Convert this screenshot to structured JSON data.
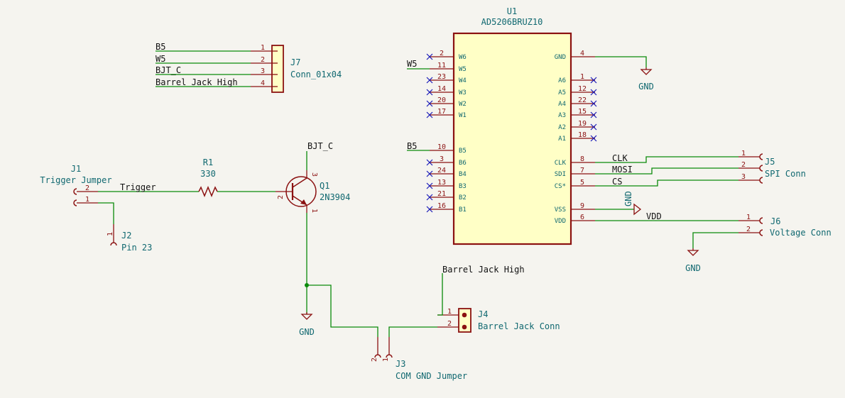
{
  "u1": {
    "ref": "U1",
    "value": "AD5206BRUZ10",
    "left_pins": [
      {
        "num": "2",
        "name": "W6"
      },
      {
        "num": "11",
        "name": "W5"
      },
      {
        "num": "23",
        "name": "W4"
      },
      {
        "num": "14",
        "name": "W3"
      },
      {
        "num": "20",
        "name": "W2"
      },
      {
        "num": "17",
        "name": "W1"
      },
      {
        "num": "10",
        "name": "B5"
      },
      {
        "num": "3",
        "name": "B6"
      },
      {
        "num": "24",
        "name": "B4"
      },
      {
        "num": "13",
        "name": "B3"
      },
      {
        "num": "21",
        "name": "B2"
      },
      {
        "num": "16",
        "name": "B1"
      }
    ],
    "right_pins": [
      {
        "num": "4",
        "name": "GND"
      },
      {
        "num": "1",
        "name": "A6"
      },
      {
        "num": "12",
        "name": "A5"
      },
      {
        "num": "22",
        "name": "A4"
      },
      {
        "num": "15",
        "name": "A3"
      },
      {
        "num": "19",
        "name": "A2"
      },
      {
        "num": "18",
        "name": "A1"
      },
      {
        "num": "8",
        "name": "CLK"
      },
      {
        "num": "7",
        "name": "SDI"
      },
      {
        "num": "5",
        "name": "CS*"
      },
      {
        "num": "9",
        "name": "VSS"
      },
      {
        "num": "6",
        "name": "VDD"
      }
    ]
  },
  "j7": {
    "ref": "J7",
    "value": "Conn_01x04",
    "pins": [
      "1",
      "2",
      "3",
      "4"
    ],
    "nets": [
      "B5",
      "W5",
      "BJT_C",
      "Barrel Jack High"
    ]
  },
  "j5": {
    "ref": "J5",
    "value": "SPI Conn",
    "pins": [
      "1",
      "2",
      "3"
    ]
  },
  "j6": {
    "ref": "J6",
    "value": "Voltage Conn",
    "pins": [
      "1",
      "2"
    ]
  },
  "j1": {
    "ref": "J1",
    "value": "Trigger Jumper",
    "pins": [
      "2",
      "1"
    ]
  },
  "j2": {
    "ref": "J2",
    "value": "Pin 23",
    "pins": [
      "1"
    ]
  },
  "j3": {
    "ref": "J3",
    "value": "COM GND Jumper",
    "pins": [
      "2",
      "1"
    ]
  },
  "j4": {
    "ref": "J4",
    "value": "Barrel Jack Conn",
    "pins": [
      "1",
      "2"
    ]
  },
  "r1": {
    "ref": "R1",
    "value": "330"
  },
  "q1": {
    "ref": "Q1",
    "value": "2N3904",
    "pins": [
      "3",
      "2",
      "1"
    ]
  },
  "nets": {
    "w5": "W5",
    "b5": "B5",
    "clk": "CLK",
    "mosi": "MOSI",
    "cs": "CS",
    "vdd": "VDD",
    "trigger": "Trigger",
    "bjt_c": "BJT_C",
    "barrel_high": "Barrel Jack High"
  },
  "power": {
    "gnd_u1": "GND",
    "gnd_vss": "GND",
    "gnd_j6": "GND",
    "gnd_q1": "GND"
  }
}
